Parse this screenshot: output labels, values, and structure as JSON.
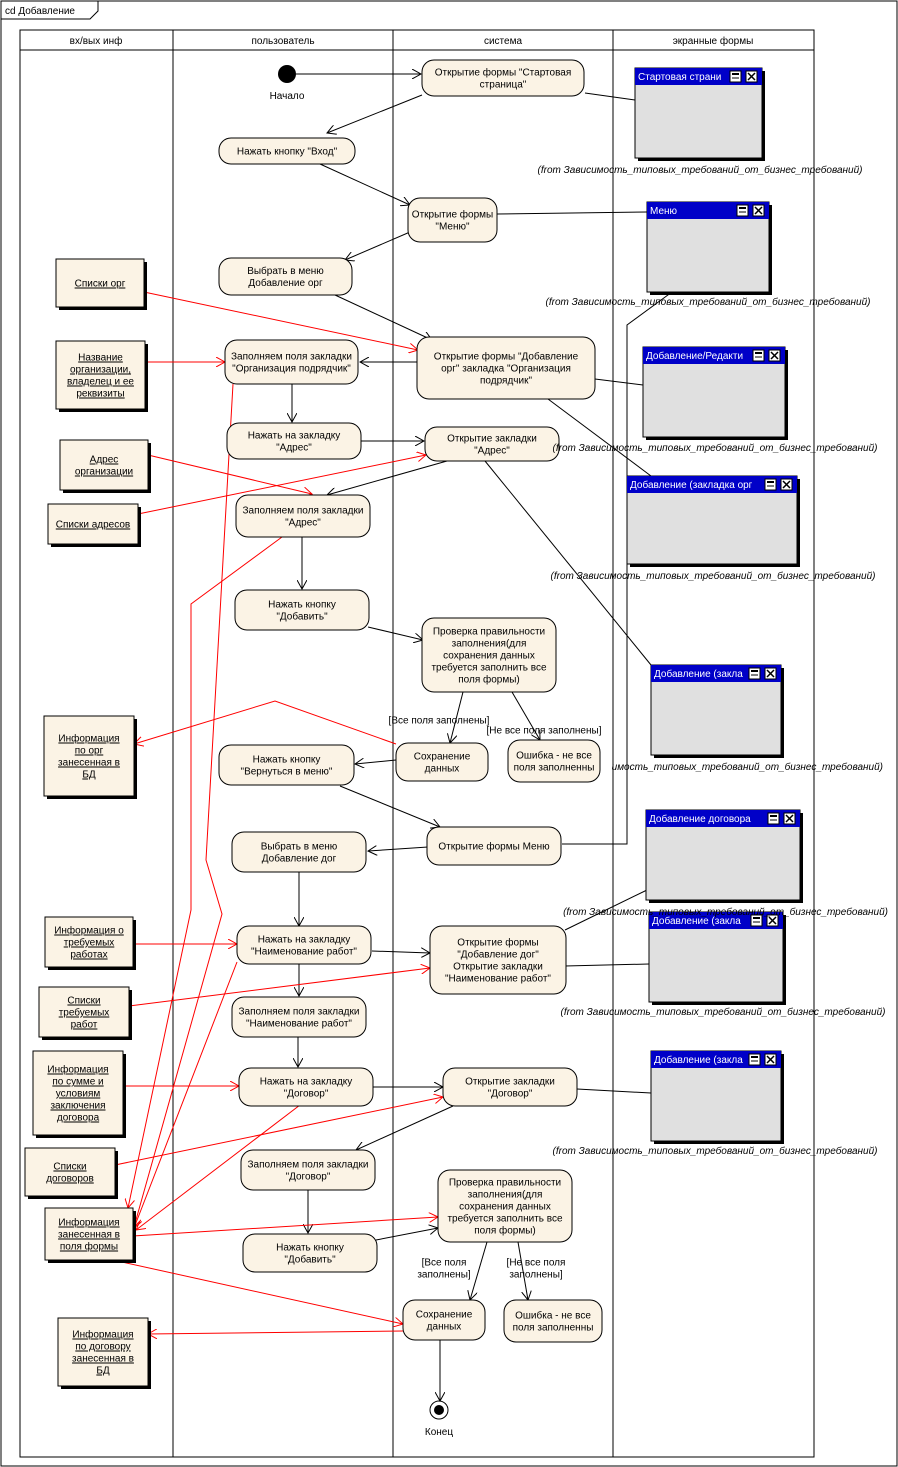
{
  "frame_title": "cd Добавление",
  "lanes": [
    "вх/вых инф",
    "пользователь",
    "система",
    "экранные формы"
  ],
  "colors": {
    "activity_fill": "#fbf3e5",
    "object_fill": "#fbf3e5",
    "form_title": "#0000c8",
    "form_body": "#e0e0e0",
    "red_flow": "#ff0000"
  },
  "start_label": "Начало",
  "end_label": "Конец",
  "user_activities": [
    "Нажать кнопку \"Вход\"",
    "Выбрать в меню\nДобавление орг",
    "Заполняем поля закладки\n\"Организация подрядчик\"",
    "Нажать на закладку\n\"Адрес\"",
    "Заполняем поля закладки\n\"Адрес\"",
    "Нажать кнопку\n\"Добавить\"",
    "Нажать кнопку\n\"Вернуться в меню\"",
    "Выбрать в меню\nДобавление дог",
    "Нажать на закладку\n\"Наименование работ\"",
    "Заполняем поля закладки\n\"Наименование работ\"",
    "Нажать на закладку\n\"Договор\"",
    "Заполняем поля закладки\n\"Договор\"",
    "Нажать кнопку\n\"Добавить\""
  ],
  "system_activities": [
    "Открытие формы \"Стартовая\nстраница\"",
    "Открытие формы\n\"Меню\"",
    "Открытие формы \"Добавление\nорг\" закладка \"Организация\nподрядчик\"",
    "Открытие закладки\n\"Адрес\"",
    "Проверка правильности\nзаполнения(для\nсохранения данных\nтребуется заполнить все\nполя формы)",
    "Сохранение\nданных",
    "Ошибка - не все\nполя заполненны",
    "Открытие формы Меню",
    "Открытие формы\n\"Добавление дог\"\nОткрытие закладки\n\"Наименование работ\"",
    "Открытие закладки\n\"Договор\"",
    "Проверка правильности\nзаполнения(для\nсохранения данных\nтребуется заполнить все\nполя формы)",
    "Сохранение\nданных",
    "Ошибка - не все\nполя заполненны"
  ],
  "guards": [
    "[Все поля заполнены]",
    "[Не все поля заполнены]",
    "[Все поля\nзаполнены]",
    "[Не все поля\nзаполнены]"
  ],
  "objects": [
    "Списки орг",
    "Название\nорганизации,\nвладелец и ее\nреквизиты",
    "Адрес\nорганизации",
    "Списки адресов",
    "Информация\nпо орг\nзанесенная в\nБД",
    "Информация о\nтребуемых\nработах",
    "Списки\nтребуемых\nработ",
    "Информация\nпо сумме и\nусловиям\nзаключения\nдоговора",
    "Списки\nдоговоров",
    "Информация\nзанесенная в\nполя формы",
    "Информация\nпо договору\nзанесенная в\nБД"
  ],
  "forms": [
    "Стартовая страни",
    "Меню",
    "Добавление/Редакти",
    "Добавление (закладка орг",
    "Добавление (закла",
    "Добавление договора",
    "Добавление (закла",
    "Добавление (закла"
  ],
  "from_note": "(from Зависимость_типовых_требований_от_бизнес_требований)",
  "partial_from_note": "имость_типовых_требований_от_бизнес_требований)"
}
